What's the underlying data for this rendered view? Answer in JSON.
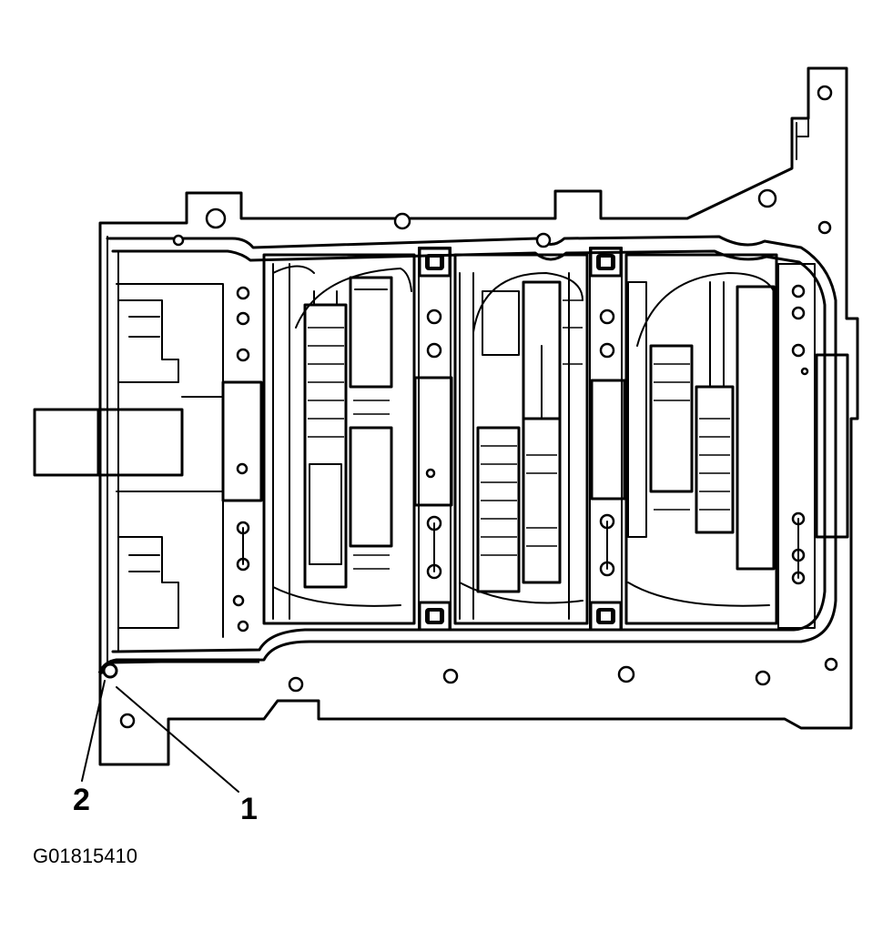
{
  "diagram": {
    "callouts": [
      {
        "id": "1",
        "text": "1"
      },
      {
        "id": "2",
        "text": "2"
      }
    ],
    "figure_code": "G01815410"
  }
}
